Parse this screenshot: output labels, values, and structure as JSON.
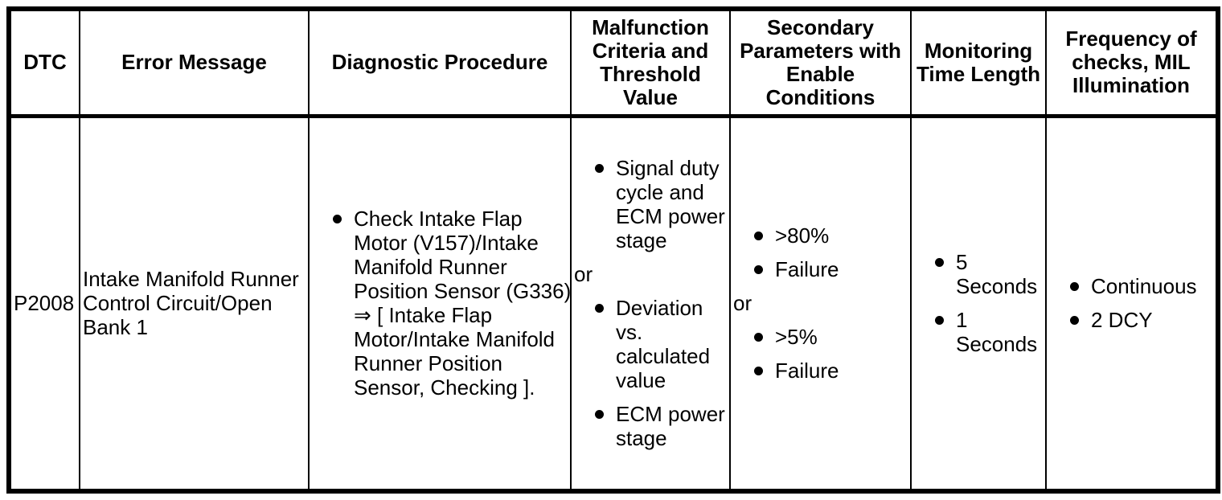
{
  "colors": {
    "text": "#000000",
    "border": "#000000",
    "background": "#ffffff"
  },
  "table": {
    "headers": {
      "dtc": "DTC",
      "error_message": "Error Message",
      "diagnostic_procedure": "Diagnostic Procedure",
      "malfunction_criteria": "Malfunction\nCriteria and\nThreshold\nValue",
      "secondary_parameters": "Secondary\nParameters with\nEnable\nConditions",
      "monitoring_time": "Monitoring\nTime Length",
      "frequency": "Frequency of\nchecks, MIL\nIllumination"
    },
    "row": {
      "dtc": "P2008",
      "error_message": "Intake Manifold Runner\nControl Circuit/Open\nBank 1",
      "diagnostic_procedure": {
        "items": [
          "Check Intake Flap\nMotor (V157)/Intake\nManifold Runner\nPosition Sensor (G336)\n⇒ [ Intake Flap\nMotor/Intake Manifold\nRunner Position\nSensor, Checking ]."
        ]
      },
      "malfunction_criteria": {
        "items_before_or": [
          "Signal duty\ncycle and\nECM power\nstage"
        ],
        "connector": "or",
        "items_after_or": [
          "Deviation\nvs.\ncalculated\nvalue",
          "ECM power\nstage"
        ]
      },
      "secondary_parameters": {
        "items_before_or": [
          ">80%",
          "Failure"
        ],
        "connector": "or",
        "items_after_or": [
          ">5%",
          "Failure"
        ]
      },
      "monitoring_time": {
        "items": [
          "5\nSeconds",
          "1\nSeconds"
        ]
      },
      "frequency": {
        "items": [
          "Continuous",
          "2 DCY"
        ]
      }
    }
  }
}
